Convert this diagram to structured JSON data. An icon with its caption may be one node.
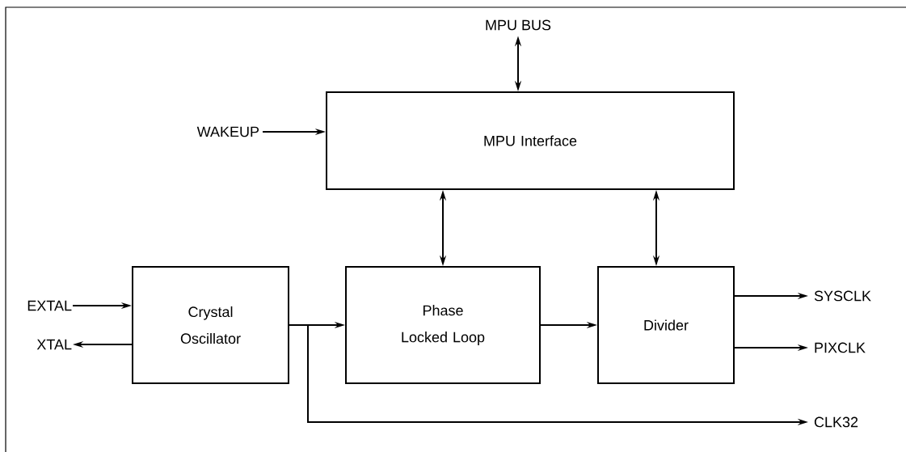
{
  "diagram": {
    "nodes": [
      {
        "text": [
          "MPU BUS"
        ]
      },
      {
        "text": [
          "WAKEUP"
        ]
      },
      {
        "text": [
          "MPU Interface"
        ]
      },
      {
        "text": [
          "EXTAL"
        ]
      },
      {
        "text": [
          "XTAL"
        ]
      },
      {
        "text": [
          "Crystal Oscillator"
        ]
      },
      {
        "text": [
          "Phase Locked Loop"
        ]
      },
      {
        "text": [
          "Divider"
        ]
      },
      {
        "text": [
          "SYSCLK"
        ]
      },
      {
        "text": [
          "PIXCLK"
        ]
      },
      {
        "text": [
          "CLK32"
        ]
      }
    ],
    "edges": [
      {
        "from": 0,
        "to": 2,
        "arrow": "both"
      },
      {
        "from": 1,
        "to": 2,
        "arrow": "to"
      },
      {
        "from": 2,
        "to": 6,
        "arrow": "both"
      },
      {
        "from": 2,
        "to": 7,
        "arrow": "both"
      },
      {
        "from": 3,
        "to": 5,
        "arrow": "to"
      },
      {
        "from": 5,
        "to": 4,
        "arrow": "to"
      },
      {
        "from": 5,
        "to": 6,
        "arrow": "to"
      },
      {
        "from": 5,
        "to": 10,
        "arrow": "to"
      },
      {
        "from": 6,
        "to": 7,
        "arrow": "to"
      },
      {
        "from": 7,
        "to": 8,
        "arrow": "to"
      },
      {
        "from": 7,
        "to": 9,
        "arrow": "to"
      }
    ]
  }
}
